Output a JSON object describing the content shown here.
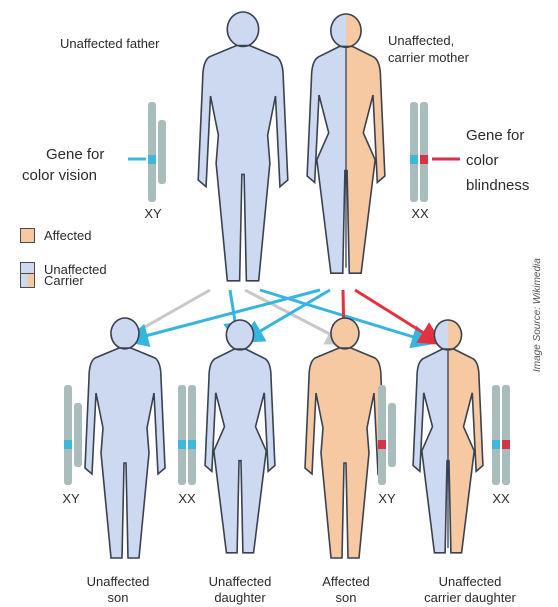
{
  "colors": {
    "affected": "#f7c9a3",
    "unaffected": "#cdd9f0",
    "outline": "#3a4250",
    "chromosome": "#a9bdbd",
    "normal_gene": "#3fb7dd",
    "cb_gene": "#d6334a",
    "arrow_blue": "#36b5e0",
    "arrow_red": "#e2313f",
    "arrow_gray": "#c8c8c8"
  },
  "parents": {
    "father_label": "Unaffected father",
    "mother_label_1": "Unaffected,",
    "mother_label_2": "carrier mother",
    "father_karyotype": "XY",
    "mother_karyotype": "XX"
  },
  "genes": {
    "vision_1": "Gene for",
    "vision_2": "color vision",
    "blind_1": "Gene for",
    "blind_2": "color",
    "blind_3": "blindness"
  },
  "legend": [
    {
      "label": "Affected",
      "fill": "#f7c9a3",
      "split": false
    },
    {
      "label": "Unaffected",
      "fill": "#cdd9f0",
      "split": false
    },
    {
      "label": "Carrier",
      "fill": "#f7c9a3",
      "split": true
    }
  ],
  "children": [
    {
      "label_1": "Unaffected",
      "label_2": "son",
      "karyotype": "XY"
    },
    {
      "label_1": "Unaffected",
      "label_2": "daughter",
      "karyotype": "XX"
    },
    {
      "label_1": "Affected",
      "label_2": "son",
      "karyotype": "XY"
    },
    {
      "label_1": "Unaffected",
      "label_2": "carrier daughter",
      "karyotype": "XX"
    }
  ],
  "source": "Image Source: Wikimedia"
}
